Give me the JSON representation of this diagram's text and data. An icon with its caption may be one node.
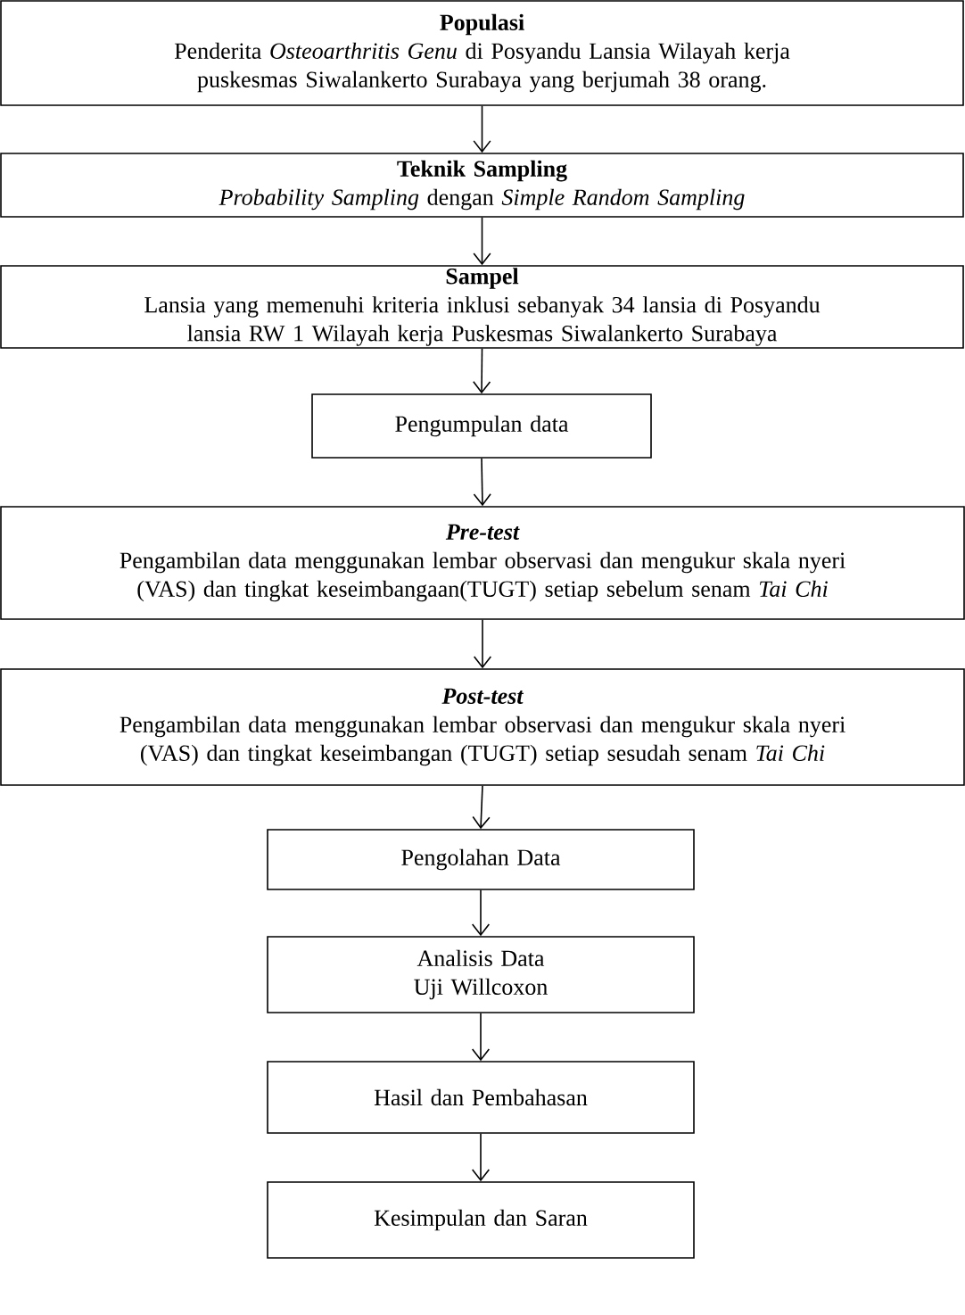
{
  "diagram": {
    "nodes": [
      {
        "text": [
          "Populasi",
          "Penderita *Osteoarthritis Genu* di Posyandu Lansia Wilayah kerja puskesmas Siwalankerto Surabaya yang berjumah 38 orang."
        ]
      },
      {
        "text": [
          "Teknik Sampling",
          "*Probability Sampling* dengan *Simple Random Sampling*"
        ]
      },
      {
        "text": [
          "Sampel",
          "Lansia yang memenuhi kriteria inklusi sebanyak 34 lansia di Posyandu lansia RW 1 Wilayah kerja Puskesmas Siwalankerto Surabaya"
        ]
      },
      {
        "text": [
          "Pengumpulan data"
        ]
      },
      {
        "text": [
          "Pre-test",
          "Pengambilan data menggunakan lembar observasi dan mengukur skala nyeri (VAS) dan tingkat keseimbangaan(TUGT) setiap sebelum senam *Tai Chi*"
        ]
      },
      {
        "text": [
          "Post-test",
          "Pengambilan data menggunakan lembar observasi dan mengukur skala nyeri (VAS) dan tingkat keseimbangan (TUGT) setiap sesudah senam *Tai Chi*"
        ]
      },
      {
        "text": [
          "Pengolahan Data"
        ]
      },
      {
        "text": [
          "Analisis Data",
          "Uji Willcoxon"
        ]
      },
      {
        "text": [
          "Hasil dan Pembahasan"
        ]
      },
      {
        "text": [
          "Kesimpulan dan Saran"
        ]
      }
    ],
    "edges": [
      {
        "from": 0,
        "to": 1,
        "arrow": "to"
      },
      {
        "from": 1,
        "to": 2,
        "arrow": "to"
      },
      {
        "from": 2,
        "to": 3,
        "arrow": "to"
      },
      {
        "from": 3,
        "to": 4,
        "arrow": "to"
      },
      {
        "from": 4,
        "to": 5,
        "arrow": "to"
      },
      {
        "from": 5,
        "to": 6,
        "arrow": "to"
      },
      {
        "from": 6,
        "to": 7,
        "arrow": "to"
      },
      {
        "from": 7,
        "to": 8,
        "arrow": "to"
      },
      {
        "from": 8,
        "to": 9,
        "arrow": "to"
      }
    ]
  }
}
